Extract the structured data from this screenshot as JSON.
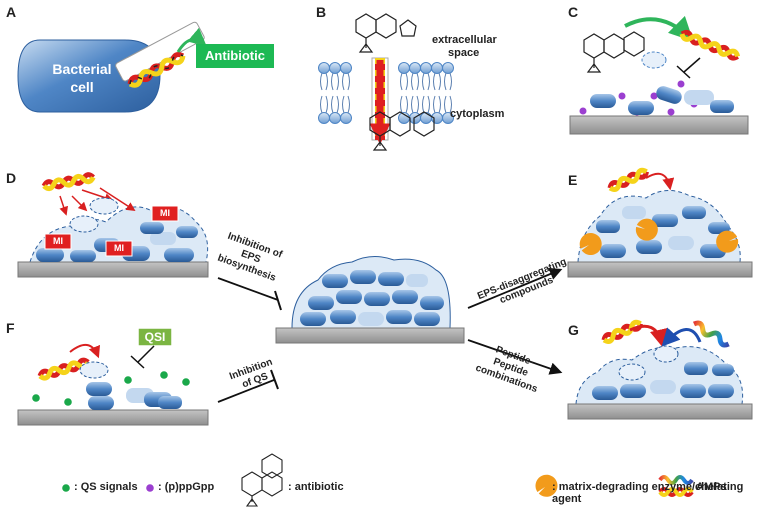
{
  "panels": {
    "A": "A",
    "B": "B",
    "C": "C",
    "D": "D",
    "E": "E",
    "F": "F",
    "G": "G"
  },
  "panel_a": {
    "cell_line1": "Bacterial",
    "cell_line2": "cell",
    "antibiotic_box": "Antibiotic"
  },
  "panel_b": {
    "extracellular_line1": "extracellular",
    "extracellular_line2": "space",
    "cytoplasm": "cytoplasm"
  },
  "panel_d": {
    "mi_label": "MI"
  },
  "panel_f": {
    "qsi_label": "QSI"
  },
  "arrows": {
    "eps_inhibition": [
      "Inhibition of",
      "EPS",
      "biosynthesis"
    ],
    "qs_inhibition": [
      "Inhibition",
      "of QS"
    ],
    "eps_disaggregating": [
      "EPS-disaggregating",
      "compounds"
    ],
    "peptide_combinations": [
      "Peptide-",
      "Peptide",
      "combinations"
    ]
  },
  "legend": {
    "qs_signals": ": QS signals",
    "ppgpp": ": (p)ppGpp",
    "antibiotic": ": antibiotic",
    "matrix": ": matrix-degrading enzyme/chelating agent",
    "amps": "AMPs"
  },
  "colors": {
    "cell_blue": "#4f86c6",
    "cell_dark": "#2d5f9e",
    "matrix_light": "#d8e8f6",
    "surface": "#a9a9a9",
    "antibiotic_green": "#1db954",
    "mi_red": "#e02020",
    "qsi_green": "#7bb542",
    "qs_green": "#1aa84a",
    "ppgpp_purple": "#9b3fd0",
    "enzyme_orange": "#f29b1b",
    "arrow_red": "#d92020",
    "arrow_blue": "#1f4fb0",
    "helix_yellow": "#f5d31a"
  }
}
